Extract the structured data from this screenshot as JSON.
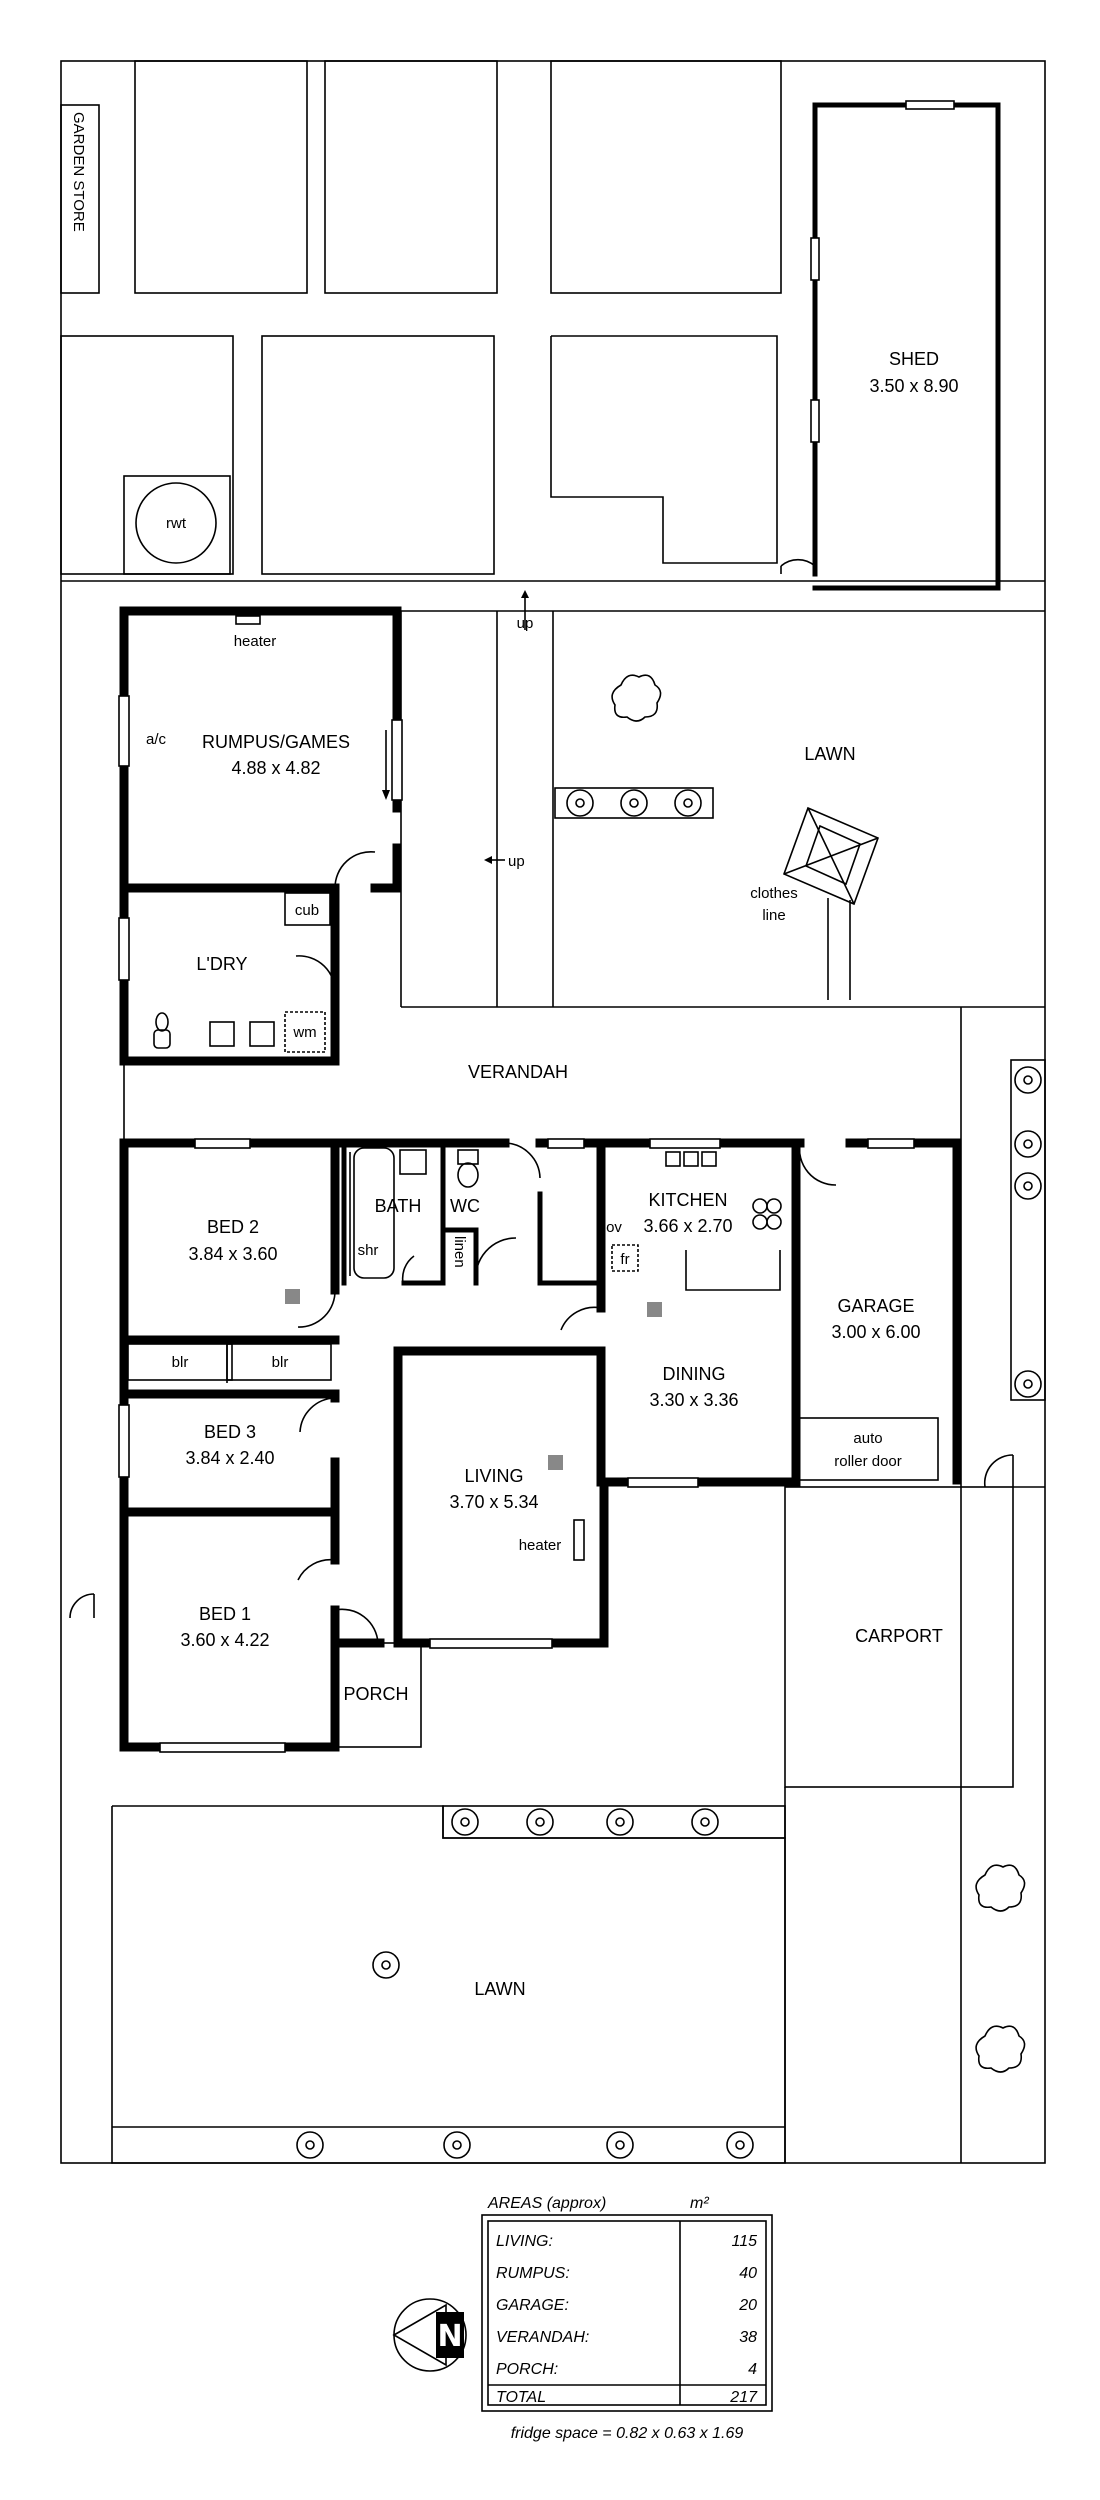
{
  "rooms": {
    "garden_store": "GARDEN STORE",
    "shed": {
      "name": "SHED",
      "dim": "3.50 x 8.90"
    },
    "rwt": "rwt",
    "heater": "heater",
    "ac": "a/c",
    "rumpus": {
      "name": "RUMPUS/GAMES",
      "dim": "4.88 x 4.82"
    },
    "cub": "cub",
    "laundry": "L'DRY",
    "wm": "wm",
    "up1": "up",
    "up2": "up",
    "lawn_top": "LAWN",
    "clothes_line": [
      "clothes",
      "line"
    ],
    "verandah": "VERANDAH",
    "bed2": {
      "name": "BED 2",
      "dim": "3.84 x 3.60"
    },
    "bath": "BATH",
    "shr": "shr",
    "wc": "WC",
    "linen": "linen",
    "kitchen": {
      "name": "KITCHEN",
      "dim": "3.66 x 2.70"
    },
    "ov": "ov",
    "fr": "fr",
    "garage": {
      "name": "GARAGE",
      "dim": "3.00 x 6.00"
    },
    "blr1": "blr",
    "blr2": "blr",
    "dining": {
      "name": "DINING",
      "dim": "3.30 x 3.36"
    },
    "bed3": {
      "name": "BED 3",
      "dim": "3.84 x 2.40"
    },
    "living": {
      "name": "LIVING",
      "dim": "3.70 x 5.34"
    },
    "heater_living": "heater",
    "auto_roller": [
      "auto",
      "roller door"
    ],
    "bed1": {
      "name": "BED 1",
      "dim": "3.60 x 4.22"
    },
    "porch": "PORCH",
    "carport": "CARPORT",
    "lawn_bottom": "LAWN"
  },
  "areas_table": {
    "header": "AREAS (approx)",
    "unit": "m²",
    "rows": [
      {
        "label": "LIVING:",
        "value": "115"
      },
      {
        "label": "RUMPUS:",
        "value": "40"
      },
      {
        "label": "GARAGE:",
        "value": "20"
      },
      {
        "label": "VERANDAH:",
        "value": "38"
      },
      {
        "label": "PORCH:",
        "value": "4"
      }
    ],
    "total_label": "TOTAL",
    "total_value": "217"
  },
  "fridge_note": "fridge space = 0.82 x 0.63 x 1.69",
  "compass_letter": "N"
}
